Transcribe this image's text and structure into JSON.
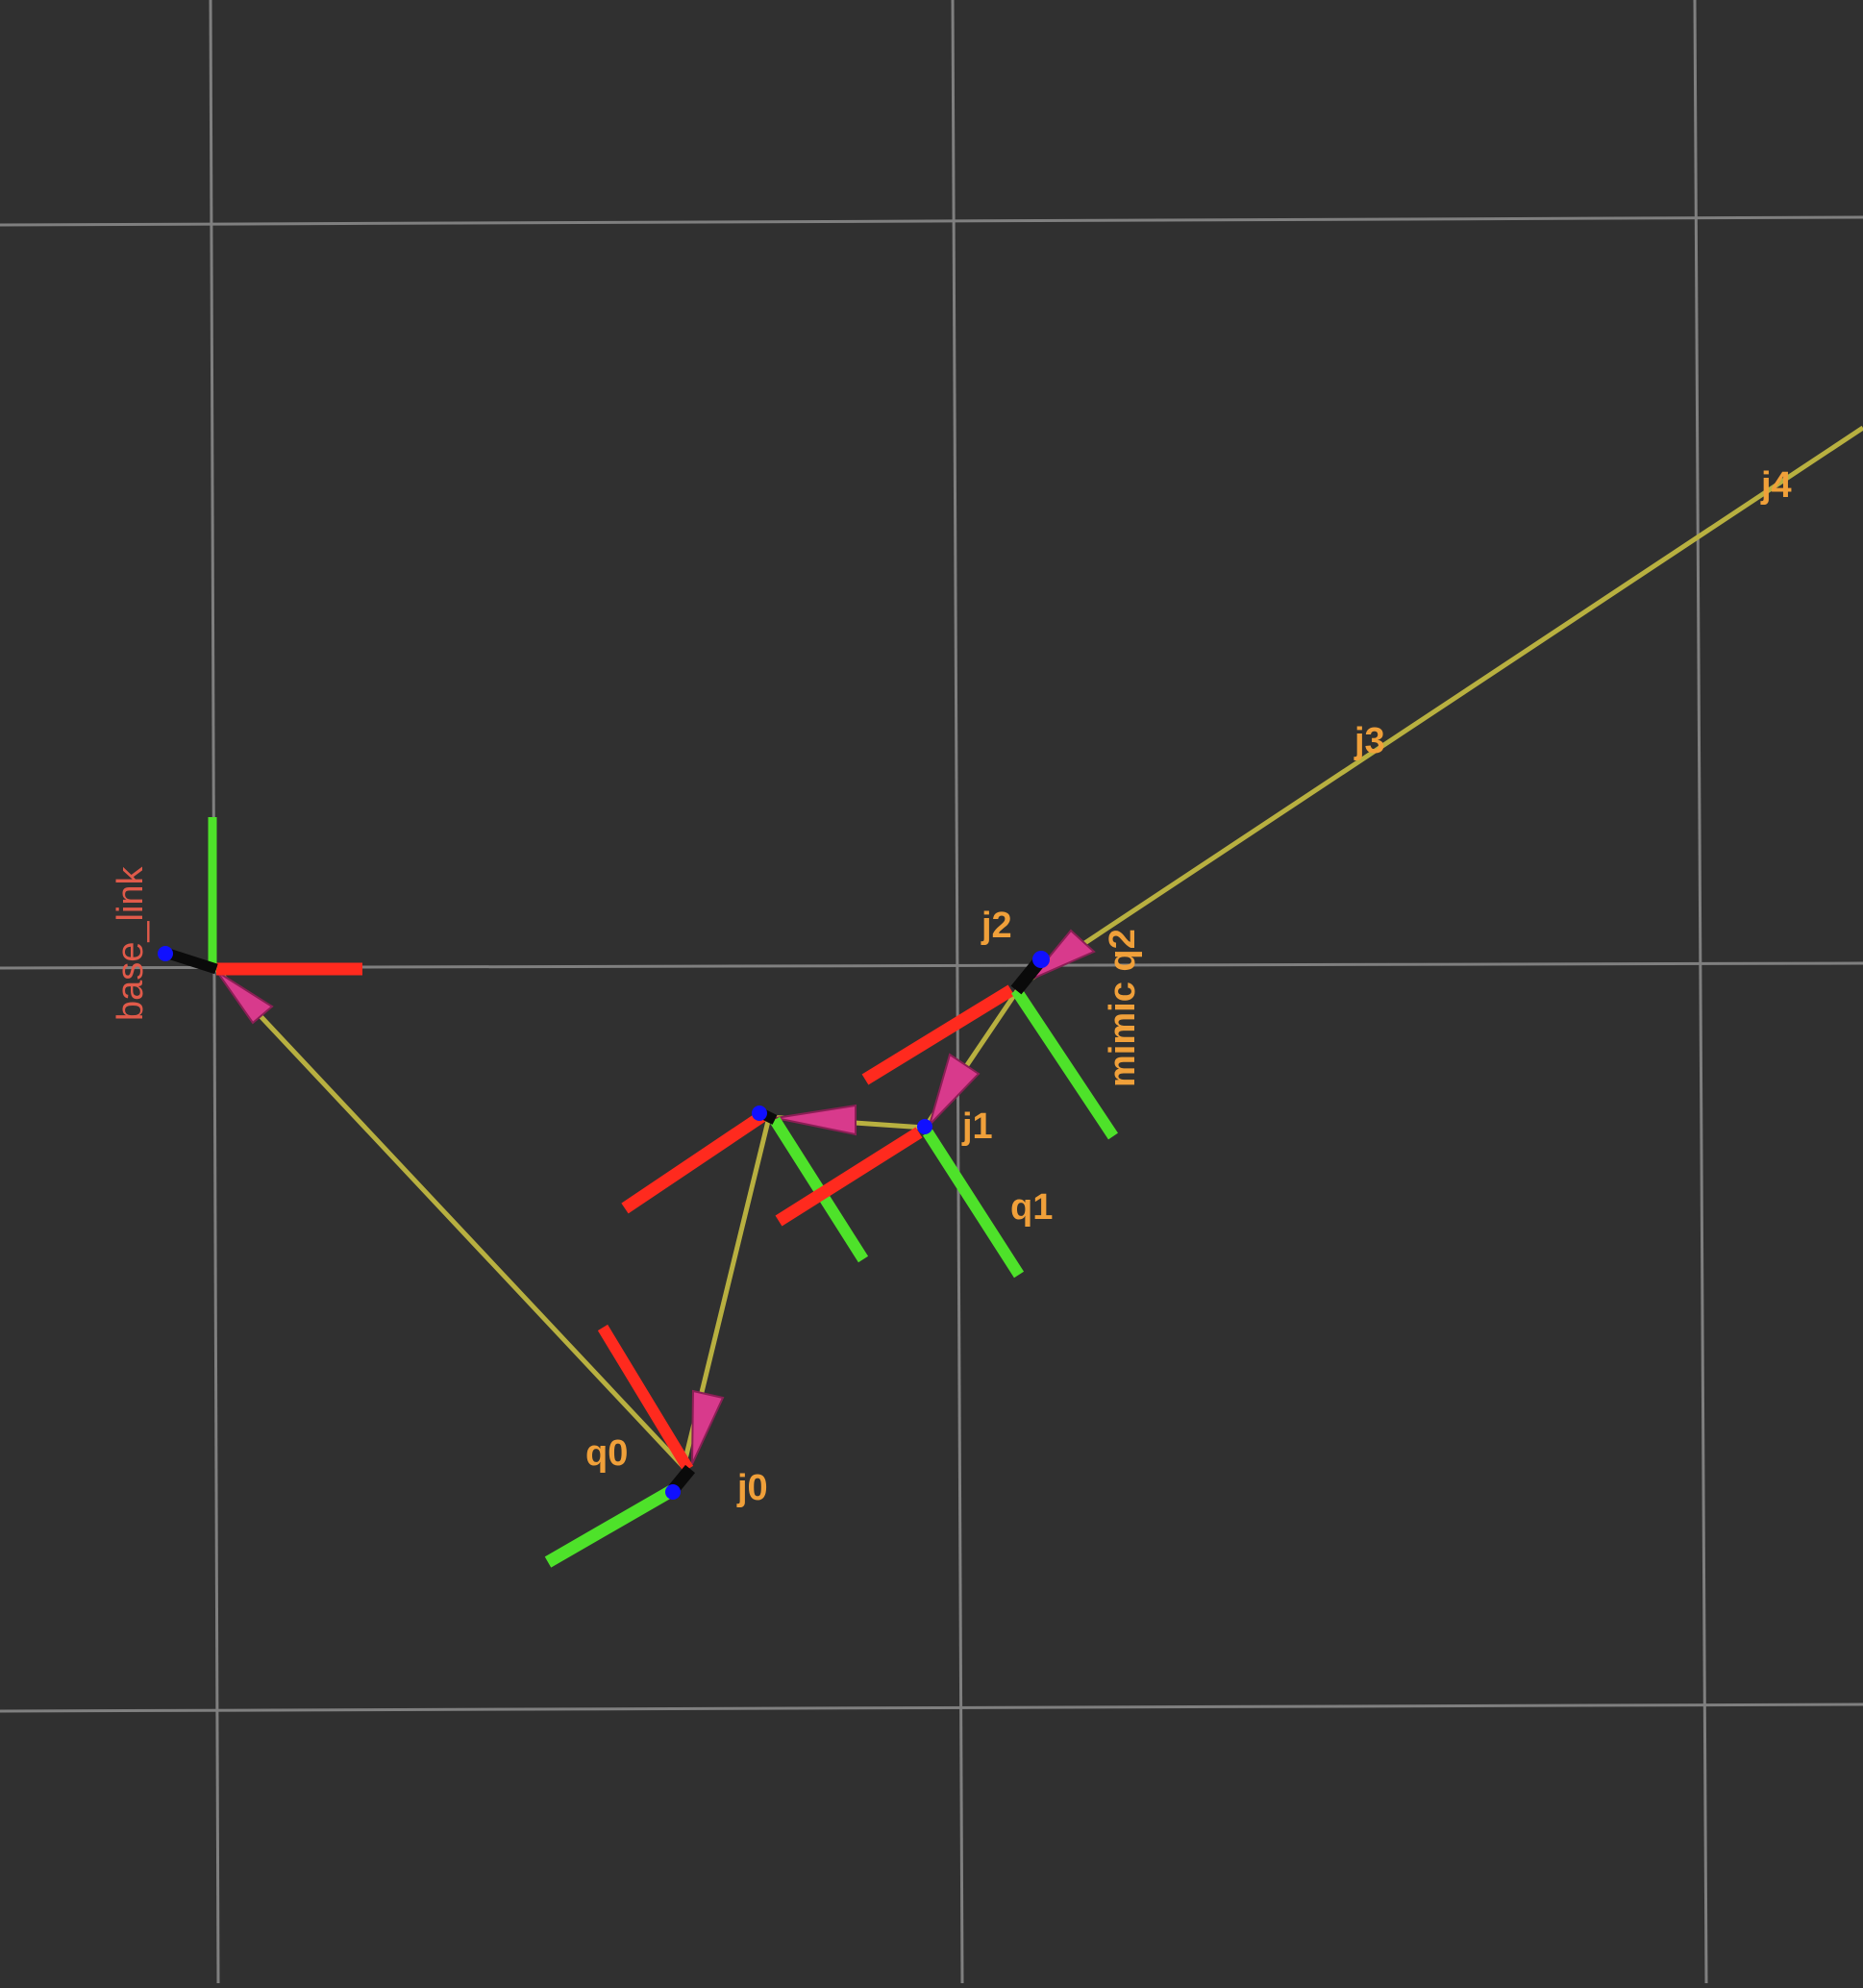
{
  "scene": {
    "background_color": "#303030",
    "grid_color": "#7f7f7f",
    "link_color": "#b8b040",
    "x_axis_color": "#ff2a1e",
    "y_axis_color": "#4ee22a",
    "z_axis_color": "#0a0a0a",
    "origin_color": "#1010ff",
    "arrow_color": "#d83a8c",
    "frame_label_color": "#e05a4a",
    "joint_label_color": "#f0a03a"
  },
  "frames": {
    "base_link": {
      "label": "base_link"
    }
  },
  "joints": {
    "j0": {
      "label": "j0"
    },
    "j1": {
      "label": "j1"
    },
    "j2": {
      "label": "j2"
    },
    "j3": {
      "label": "j3"
    },
    "j4": {
      "label": "j4"
    }
  },
  "joint_values": {
    "q0": {
      "label": "q0"
    },
    "q1": {
      "label": "q1"
    },
    "mimic_q2": {
      "label": "mimic q2"
    }
  }
}
